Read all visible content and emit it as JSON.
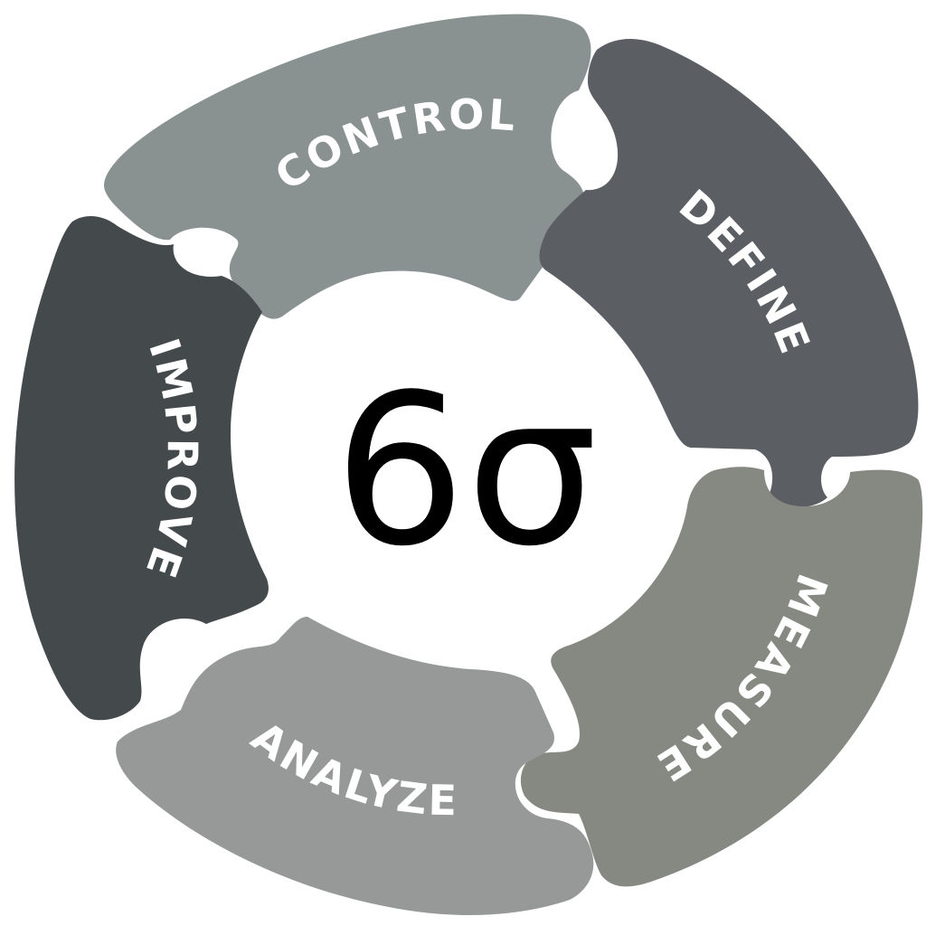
{
  "center": {
    "symbol": "6σ"
  },
  "segments": [
    {
      "key": "define",
      "label": "DEFINE",
      "color": "#5b5f63"
    },
    {
      "key": "measure",
      "label": "MEASURE",
      "color": "#868882"
    },
    {
      "key": "analyze",
      "label": "ANALYZE",
      "color": "#979898"
    },
    {
      "key": "improve",
      "label": "IMPROVE",
      "color": "#44494c"
    },
    {
      "key": "control",
      "label": "CONTROL",
      "color": "#8a9191"
    }
  ]
}
